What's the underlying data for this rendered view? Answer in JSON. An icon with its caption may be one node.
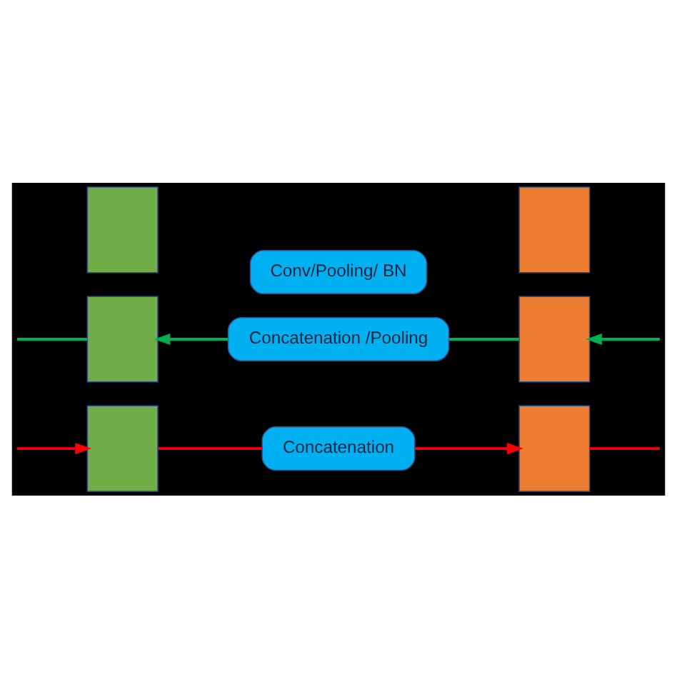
{
  "diagram": {
    "nodes": [
      {
        "text": [
          "Concatenation"
        ]
      },
      {
        "text": [],
        "shape": "box"
      },
      {
        "text": [],
        "shape": "box"
      },
      {
        "text": [],
        "shape": "box"
      },
      {
        "text": [
          "Conv/Pooling/ BN"
        ]
      },
      {
        "text": [],
        "shape": "box"
      },
      {
        "text": [],
        "shape": "box"
      },
      {
        "text": [],
        "shape": "box"
      },
      {
        "text": [
          "Concatenation /Pooling"
        ]
      }
    ],
    "edges": [
      {
        "from": null,
        "to": 1,
        "arrow": "to",
        "color": "#ff0000"
      },
      {
        "from": 1,
        "to": 0,
        "arrow": "none",
        "color": "#ff0000"
      },
      {
        "from": 0,
        "to": 5,
        "arrow": "to",
        "color": "#ff0000"
      },
      {
        "from": 5,
        "to": null,
        "arrow": "none",
        "color": "#ff0000"
      },
      {
        "from": null,
        "to": 3,
        "arrow": "none",
        "color": "#00b050"
      },
      {
        "from": 8,
        "to": 3,
        "arrow": "to",
        "color": "#00b050"
      },
      {
        "from": 7,
        "to": 8,
        "arrow": "none",
        "color": "#00b050"
      },
      {
        "from": null,
        "to": 7,
        "arrow": "to",
        "color": "#00b050"
      }
    ]
  }
}
